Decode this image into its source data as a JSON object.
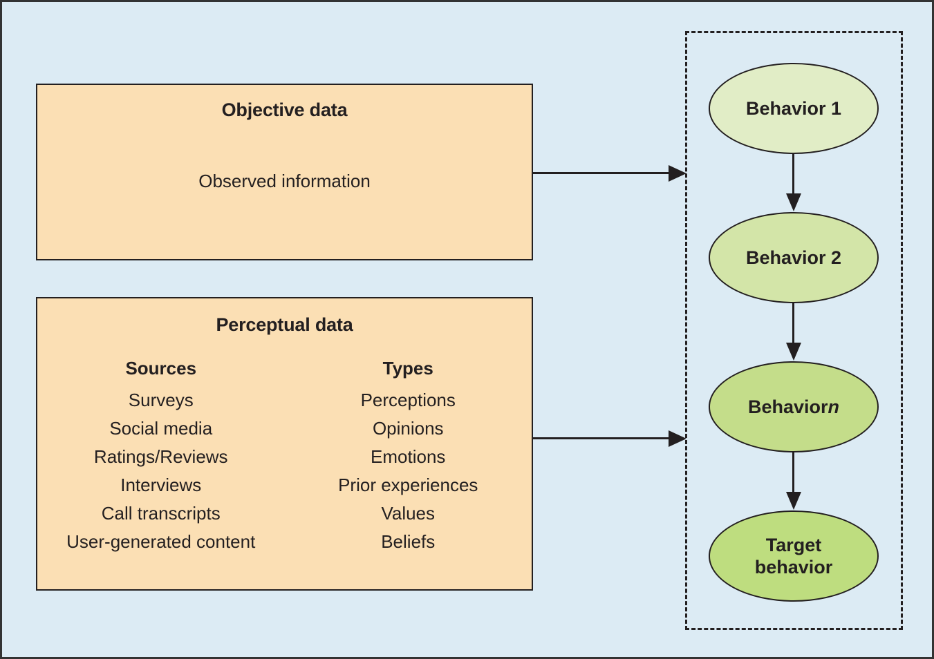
{
  "figure": {
    "background_color": "#dcebf4",
    "border_color": "#333333"
  },
  "objective": {
    "title": "Objective data",
    "body": "Observed information",
    "fill_color": "#fbdfb4"
  },
  "perceptual": {
    "title": "Perceptual data",
    "fill_color": "#fbdfb4",
    "columns": [
      {
        "heading": "Sources",
        "items": [
          "Surveys",
          "Social media",
          "Ratings/Reviews",
          "Interviews",
          "Call transcripts",
          "User-generated content"
        ]
      },
      {
        "heading": "Types",
        "items": [
          "Perceptions",
          "Opinions",
          "Emotions",
          "Prior experiences",
          "Values",
          "Beliefs"
        ]
      }
    ]
  },
  "behavior_chain": {
    "container_border_style": "dashed",
    "nodes": [
      {
        "label": "Behavior 1",
        "fill_color": "#e1edc6"
      },
      {
        "label": "Behavior 2",
        "fill_color": "#d3e5a8"
      },
      {
        "label": "Behavior n",
        "label_prefix": "Behavior ",
        "label_italic": "n",
        "fill_color": "#c4dd8a"
      },
      {
        "label": "Target behavior",
        "line1": "Target",
        "line2": "behavior",
        "fill_color": "#bedd7f"
      }
    ]
  },
  "arrows": {
    "objective_to_chain": "arrow-right",
    "perceptual_to_chain": "arrow-right",
    "between_nodes": "arrow-down"
  }
}
